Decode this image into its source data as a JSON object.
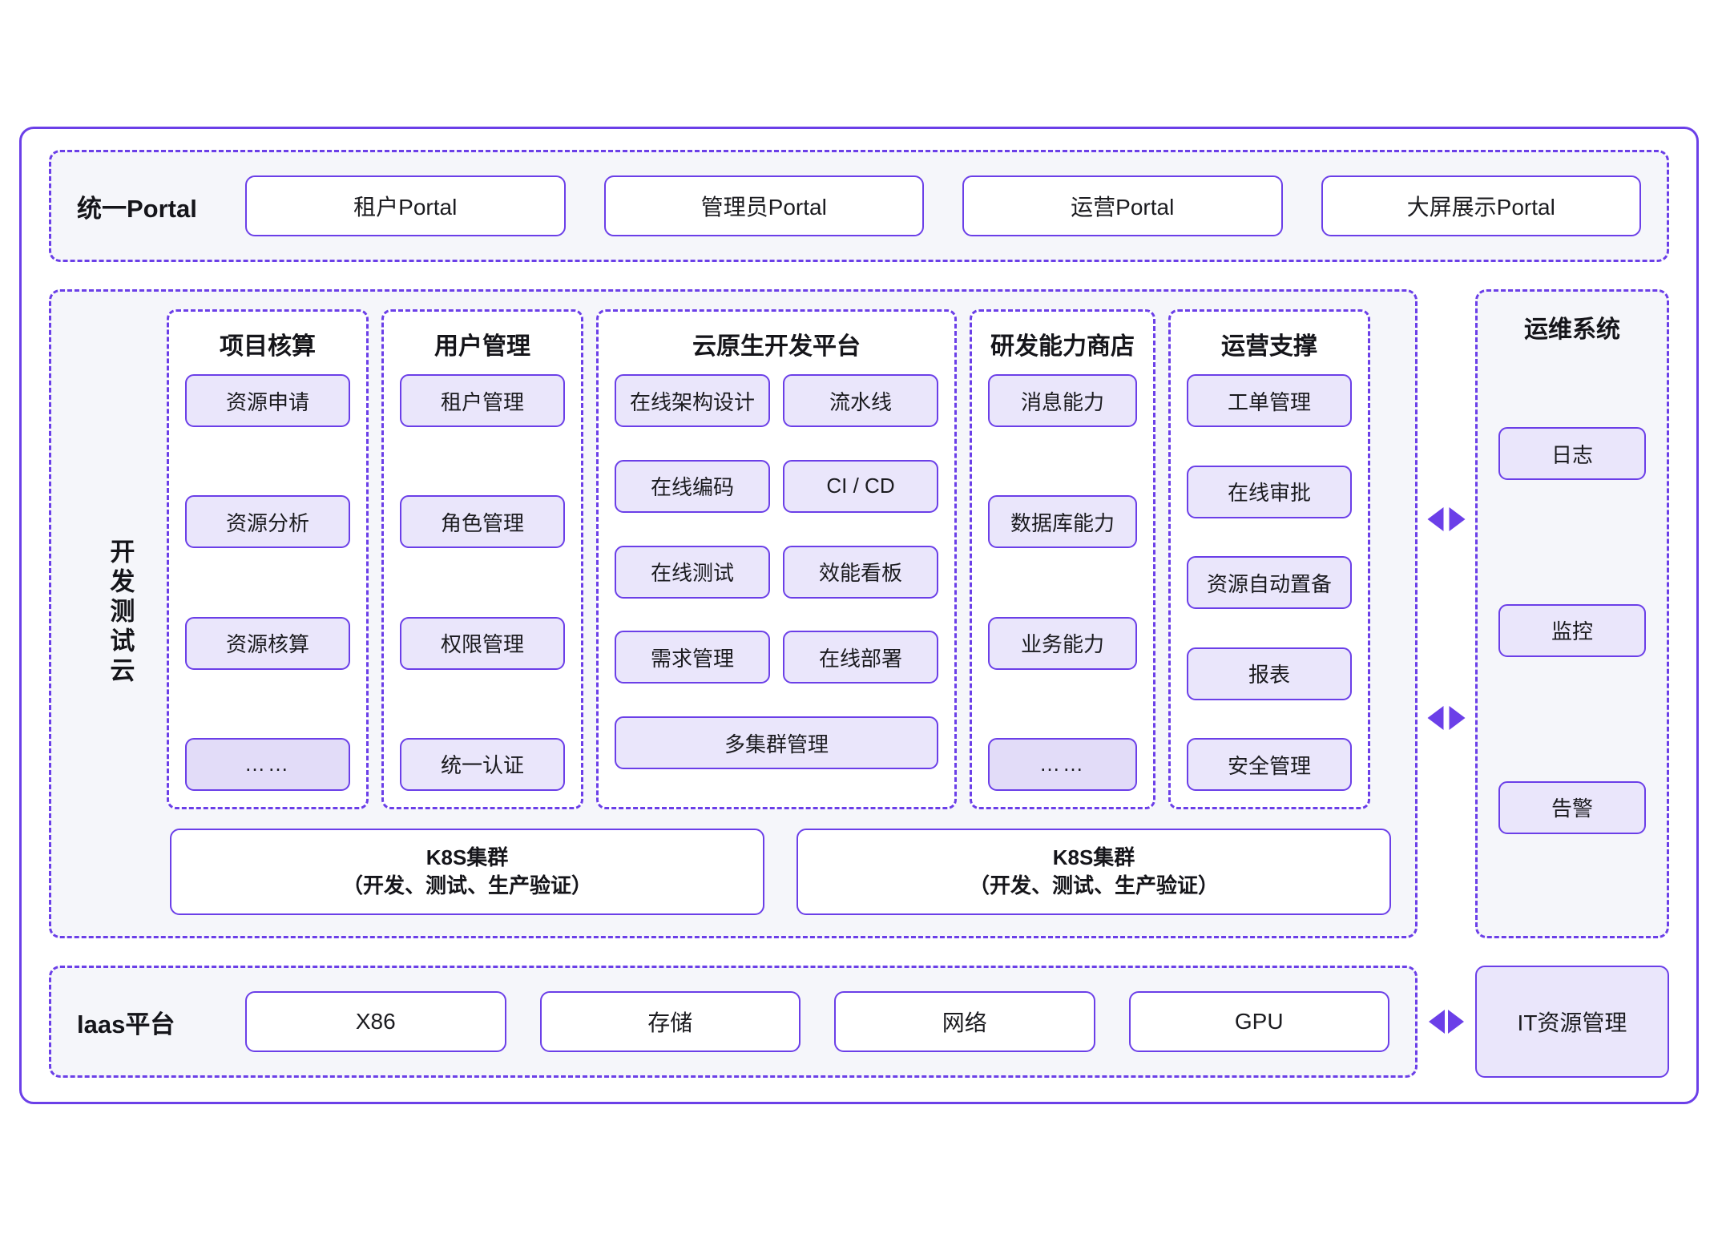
{
  "portal": {
    "label": "统一Portal",
    "items": [
      "租户Portal",
      "管理员Portal",
      "运营Portal",
      "大屏展示Portal"
    ]
  },
  "middle": {
    "side_label": "开发测试云",
    "columns": [
      {
        "title": "项目核算",
        "items": [
          "资源申请",
          "资源分析",
          "资源核算",
          "……"
        ]
      },
      {
        "title": "用户管理",
        "items": [
          "租户管理",
          "角色管理",
          "权限管理",
          "统一认证"
        ]
      },
      {
        "title": "云原生开发平台",
        "items": [
          "在线架构设计",
          "流水线",
          "在线编码",
          "CI / CD",
          "在线测试",
          "效能看板",
          "需求管理",
          "在线部署",
          "多集群管理"
        ]
      },
      {
        "title": "研发能力商店",
        "items": [
          "消息能力",
          "数据库能力",
          "业务能力",
          "……"
        ]
      },
      {
        "title": "运营支撑",
        "items": [
          "工单管理",
          "在线审批",
          "资源自动置备",
          "报表",
          "安全管理"
        ]
      }
    ],
    "k8s": [
      {
        "line1": "K8S集群",
        "line2": "（开发、测试、生产验证）"
      },
      {
        "line1": "K8S集群",
        "line2": "（开发、测试、生产验证）"
      }
    ]
  },
  "ops": {
    "title": "运维系统",
    "items": [
      "日志",
      "监控",
      "告警"
    ]
  },
  "iaas": {
    "label": "laas平台",
    "items": [
      "X86",
      "存储",
      "网络",
      "GPU"
    ],
    "it_resource": "IT资源管理"
  },
  "colors": {
    "accent": "#6b3fe8",
    "chip_fill": "#eae6fb",
    "chip_fill_alt": "#e2dcf8",
    "section_fill": "#f5f6fa",
    "card_fill": "#ffffff",
    "text": "#1b1b1f"
  }
}
